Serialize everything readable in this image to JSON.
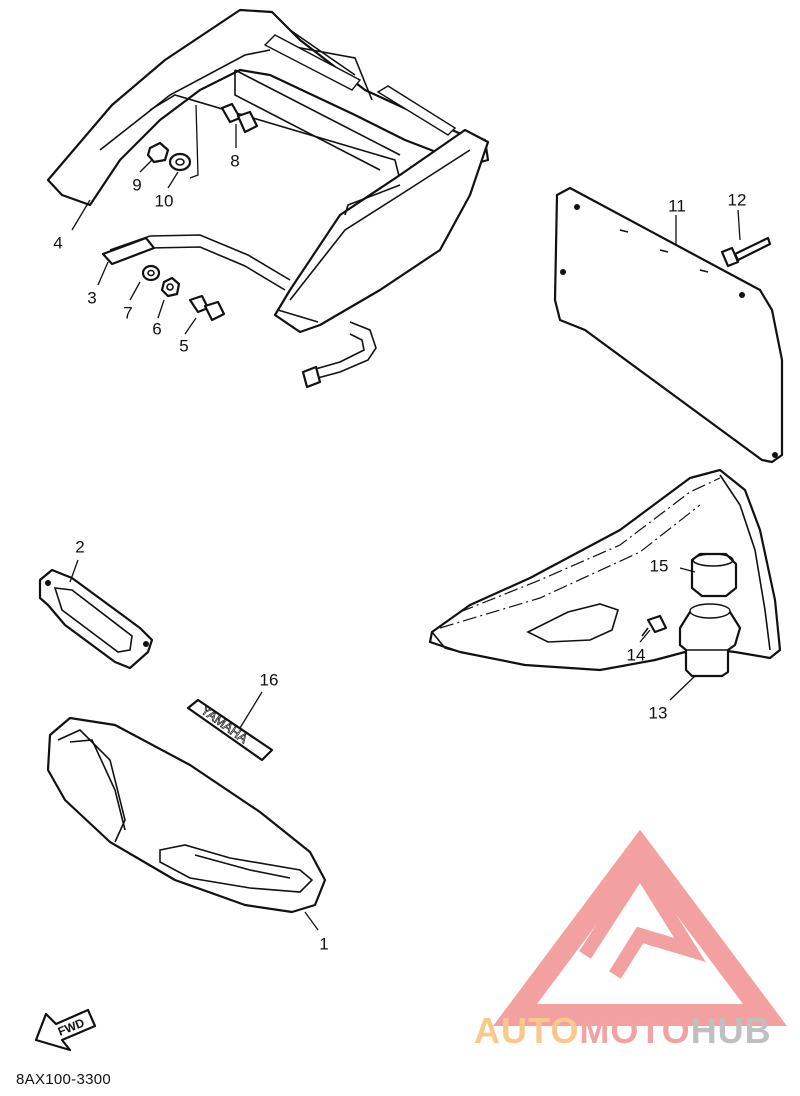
{
  "diagram": {
    "callouts": {
      "p1": "1",
      "p2": "2",
      "p3": "3",
      "p4": "4",
      "p5": "5",
      "p6": "6",
      "p7": "7",
      "p8": "8",
      "p9": "9",
      "p10": "10",
      "p11": "11",
      "p12": "12",
      "p13": "13",
      "p14": "14",
      "p15": "15",
      "p16": "16"
    },
    "decal_text": "YAMAHA",
    "fwd_arrow_text": "FWD",
    "diagram_code": "8AX100-3300"
  },
  "watermark": {
    "brand_part1": "AUTO",
    "brand_part2": "MOTO",
    "brand_part3": "HUB",
    "colors": {
      "logo_red": "#f29b9b",
      "text_orange": "#f8c98a",
      "text_pink": "#f3a2a2",
      "text_grey": "#bfbfbf"
    }
  }
}
